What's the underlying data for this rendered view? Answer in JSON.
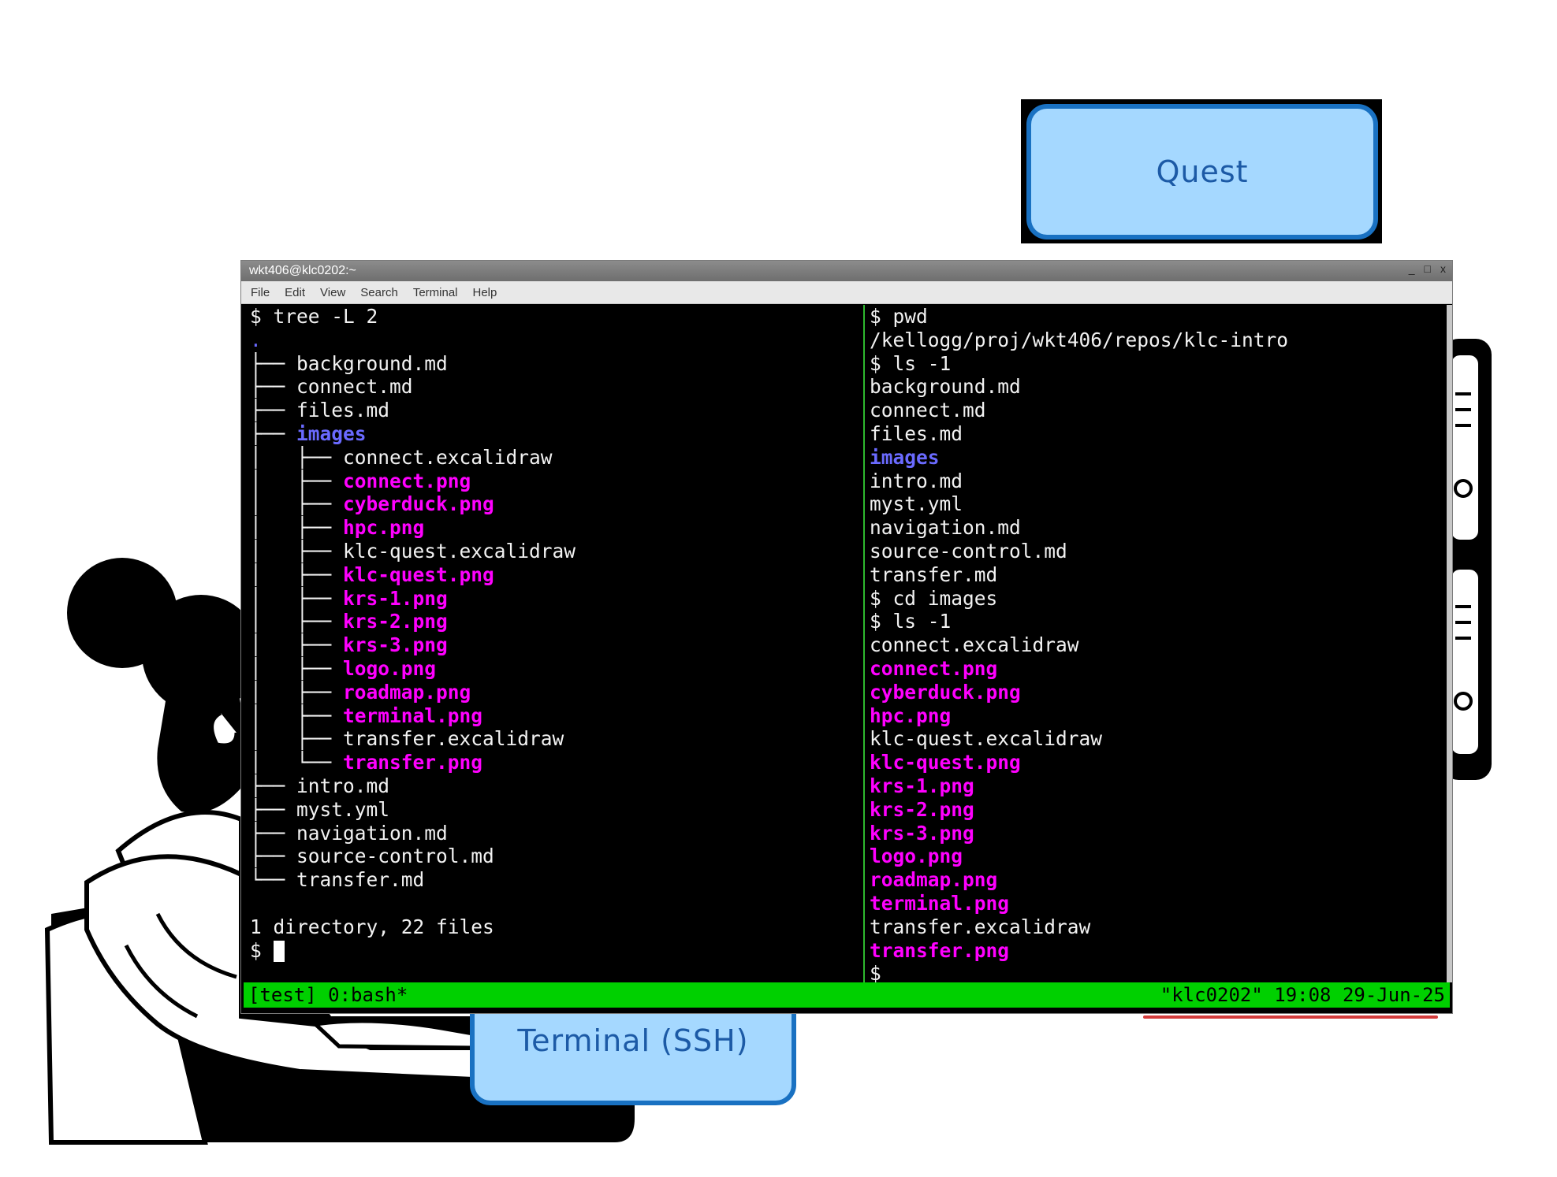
{
  "labels": {
    "quest": "Quest",
    "terminal_ssh": "Terminal (SSH)"
  },
  "window": {
    "title": "wkt406@klc0202:~",
    "controls": [
      "_",
      "□",
      "x"
    ],
    "menu": [
      "File",
      "Edit",
      "View",
      "Search",
      "Terminal",
      "Help"
    ]
  },
  "left_pane": [
    {
      "text": "$ tree -L 2",
      "style": ""
    },
    {
      "text": ".",
      "style": "dot"
    },
    {
      "text": "├── background.md",
      "style": ""
    },
    {
      "text": "├── connect.md",
      "style": ""
    },
    {
      "text": "├── files.md",
      "style": ""
    },
    {
      "prefix": "├── ",
      "text": "images",
      "style": "dir"
    },
    {
      "prefix": "│   ├── ",
      "text": "connect.excalidraw",
      "style": ""
    },
    {
      "prefix": "│   ├── ",
      "text": "connect.png",
      "style": "png"
    },
    {
      "prefix": "│   ├── ",
      "text": "cyberduck.png",
      "style": "png"
    },
    {
      "prefix": "│   ├── ",
      "text": "hpc.png",
      "style": "png"
    },
    {
      "prefix": "│   ├── ",
      "text": "klc-quest.excalidraw",
      "style": ""
    },
    {
      "prefix": "│   ├── ",
      "text": "klc-quest.png",
      "style": "png"
    },
    {
      "prefix": "│   ├── ",
      "text": "krs-1.png",
      "style": "png"
    },
    {
      "prefix": "│   ├── ",
      "text": "krs-2.png",
      "style": "png"
    },
    {
      "prefix": "│   ├── ",
      "text": "krs-3.png",
      "style": "png"
    },
    {
      "prefix": "│   ├── ",
      "text": "logo.png",
      "style": "png"
    },
    {
      "prefix": "│   ├── ",
      "text": "roadmap.png",
      "style": "png"
    },
    {
      "prefix": "│   ├── ",
      "text": "terminal.png",
      "style": "png"
    },
    {
      "prefix": "│   ├── ",
      "text": "transfer.excalidraw",
      "style": ""
    },
    {
      "prefix": "│   └── ",
      "text": "transfer.png",
      "style": "png"
    },
    {
      "text": "├── intro.md",
      "style": ""
    },
    {
      "text": "├── myst.yml",
      "style": ""
    },
    {
      "text": "├── navigation.md",
      "style": ""
    },
    {
      "text": "├── source-control.md",
      "style": ""
    },
    {
      "text": "└── transfer.md",
      "style": ""
    },
    {
      "text": "",
      "style": ""
    },
    {
      "text": "1 directory, 22 files",
      "style": ""
    },
    {
      "text": "$ ",
      "style": "",
      "cursor": true
    }
  ],
  "right_pane": [
    {
      "text": "$ pwd",
      "style": ""
    },
    {
      "text": "/kellogg/proj/wkt406/repos/klc-intro",
      "style": ""
    },
    {
      "text": "$ ls -1",
      "style": ""
    },
    {
      "text": "background.md",
      "style": ""
    },
    {
      "text": "connect.md",
      "style": ""
    },
    {
      "text": "files.md",
      "style": ""
    },
    {
      "text": "images",
      "style": "dir"
    },
    {
      "text": "intro.md",
      "style": ""
    },
    {
      "text": "myst.yml",
      "style": ""
    },
    {
      "text": "navigation.md",
      "style": ""
    },
    {
      "text": "source-control.md",
      "style": ""
    },
    {
      "text": "transfer.md",
      "style": ""
    },
    {
      "text": "$ cd images",
      "style": ""
    },
    {
      "text": "$ ls -1",
      "style": ""
    },
    {
      "text": "connect.excalidraw",
      "style": ""
    },
    {
      "text": "connect.png",
      "style": "png"
    },
    {
      "text": "cyberduck.png",
      "style": "png"
    },
    {
      "text": "hpc.png",
      "style": "png"
    },
    {
      "text": "klc-quest.excalidraw",
      "style": ""
    },
    {
      "text": "klc-quest.png",
      "style": "png"
    },
    {
      "text": "krs-1.png",
      "style": "png"
    },
    {
      "text": "krs-2.png",
      "style": "png"
    },
    {
      "text": "krs-3.png",
      "style": "png"
    },
    {
      "text": "logo.png",
      "style": "png"
    },
    {
      "text": "roadmap.png",
      "style": "png"
    },
    {
      "text": "terminal.png",
      "style": "png"
    },
    {
      "text": "transfer.excalidraw",
      "style": ""
    },
    {
      "text": "transfer.png",
      "style": "png"
    },
    {
      "text": "$",
      "style": ""
    }
  ],
  "statusbar": {
    "left": "[test] 0:bash*",
    "right": "\"klc0202\" 19:08 29-Jun-25"
  },
  "colors": {
    "button_fill": "#a5d8ff",
    "button_stroke": "#1971c2",
    "status_green": "#00d000",
    "png_magenta": "#ff00ff",
    "dir_blue": "#6a6aff"
  }
}
